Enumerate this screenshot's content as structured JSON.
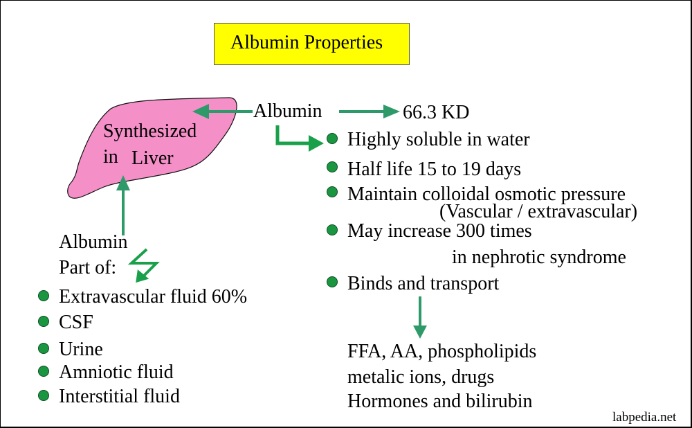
{
  "title": "Albumin Properties",
  "colors": {
    "title_bg": "#ffff00",
    "liver_fill": "#f48fc8",
    "arrow_green": "#2e9a6a",
    "arrow_bright_green": "#1aa04a",
    "bullet_green": "#1a9641"
  },
  "liver": {
    "line1": "Synthesized",
    "line2_a": "in",
    "line2_b": "Liver"
  },
  "center_label": "Albumin",
  "molecular_weight": "66.3 KD",
  "properties": [
    {
      "text": "Highly soluble in water"
    },
    {
      "text": "Half life 15 to 19 days"
    },
    {
      "text": "Maintain colloidal osmotic pressure",
      "sub": "(Vascular / extravascular)"
    },
    {
      "text": "May increase 300 times",
      "sub": "in nephrotic syndrome"
    },
    {
      "text": "Binds and transport"
    }
  ],
  "binds": [
    "FFA, AA, phospholipids",
    "metalic ions, drugs",
    "Hormones and bilirubin"
  ],
  "part_of": {
    "label_line1": "Albumin",
    "label_line2": "Part of:",
    "items": [
      "Extravascular fluid 60%",
      "CSF",
      "Urine",
      "Amniotic fluid",
      "Interstitial fluid"
    ]
  },
  "icons": {
    "liver": "liver-shape",
    "arrow": "arrow-icon",
    "bent_arrow": "bent-arrow-icon",
    "lightning_arrow": "lightning-arrow-icon",
    "bullet": "green-circle-bullet"
  },
  "watermark": "labpedia.net"
}
